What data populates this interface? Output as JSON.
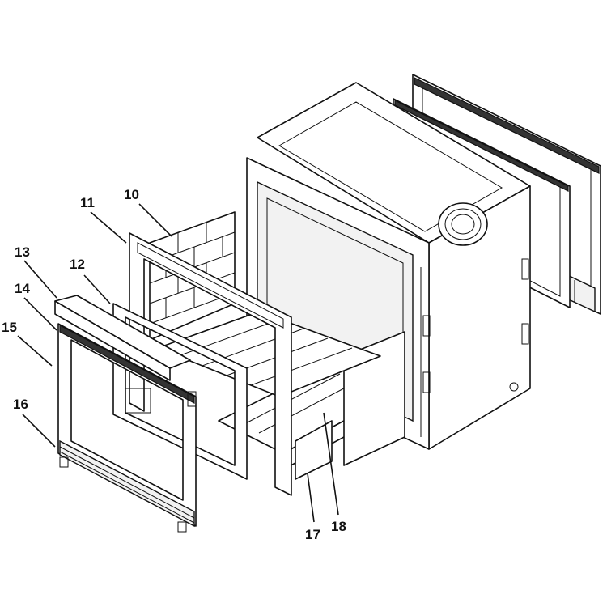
{
  "diagram": {
    "callouts": [
      {
        "id": "10",
        "label": "10"
      },
      {
        "id": "11",
        "label": "11"
      },
      {
        "id": "12",
        "label": "12"
      },
      {
        "id": "13",
        "label": "13"
      },
      {
        "id": "14",
        "label": "14"
      },
      {
        "id": "15",
        "label": "15"
      },
      {
        "id": "16",
        "label": "16"
      },
      {
        "id": "17",
        "label": "17"
      },
      {
        "id": "18",
        "label": "18"
      }
    ]
  }
}
